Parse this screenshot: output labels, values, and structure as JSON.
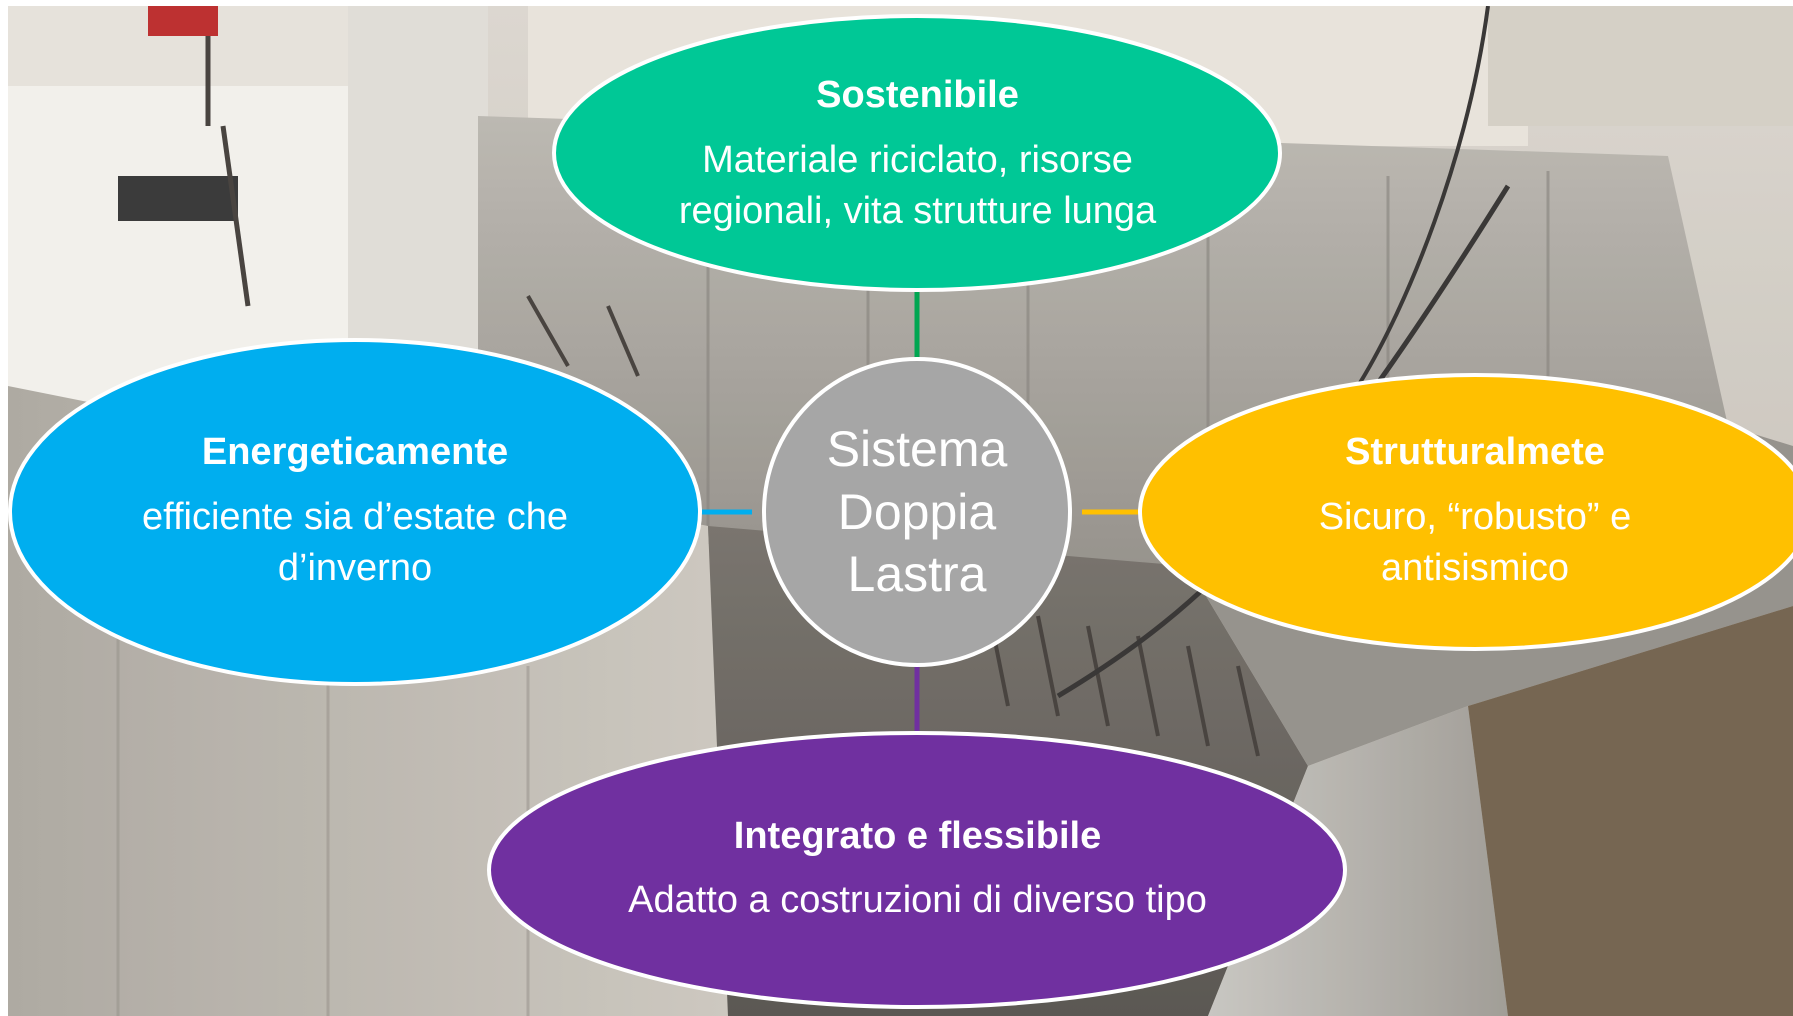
{
  "diagram": {
    "center": {
      "label": "Sistema\nDoppia\nLastra",
      "color": "#a6a6a6"
    },
    "nodes": {
      "top": {
        "title": "Sostenibile",
        "body": "Materiale riciclato, risorse regionali, vita strutture lunga",
        "color": "#00c896",
        "connector_color": "#00a651"
      },
      "left": {
        "title": "Energeticamente",
        "body": "efficiente sia d’estate che d’inverno",
        "color": "#00aeef",
        "connector_color": "#00aeef"
      },
      "right": {
        "title": "Strutturalmete",
        "body": "Sicuro, “robusto” e antisismico",
        "color": "#ffc000",
        "connector_color": "#ffc000"
      },
      "bottom": {
        "title": "Integrato e flessibile",
        "body": "Adatto a costruzioni di diverso tipo",
        "color": "#7030a0",
        "connector_color": "#7030a0"
      }
    }
  }
}
